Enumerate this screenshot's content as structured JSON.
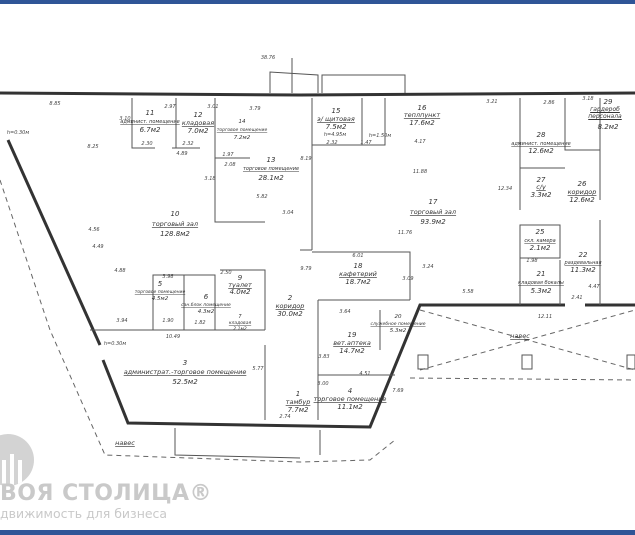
{
  "plan": {
    "overall_dimension": "38.76",
    "rooms": [
      {
        "num": "1",
        "name": "тамбур",
        "area": "7.7м2"
      },
      {
        "num": "2",
        "name": "коридор",
        "area": "30.0м2"
      },
      {
        "num": "3",
        "name": "администрат.-торговое помещение",
        "area": "52.5м2"
      },
      {
        "num": "4",
        "name": "торговое помещение",
        "area": "11.1м2"
      },
      {
        "num": "5",
        "name": "торговое помещение",
        "area": "4.5м2"
      },
      {
        "num": "6",
        "name": "сан.блок помещение",
        "area": "4.3м2"
      },
      {
        "num": "7",
        "name": "кладовая",
        "area": "2.1м2"
      },
      {
        "num": "9",
        "name": "туалет",
        "area": "4.0м2"
      },
      {
        "num": "10",
        "name": "торговый зал",
        "area": "128.8м2"
      },
      {
        "num": "11",
        "name": "админист. помещение",
        "area": "6.7м2"
      },
      {
        "num": "12",
        "name": "кладовая",
        "area": "7.0м2"
      },
      {
        "num": "13",
        "name": "торговое помещение",
        "area": "28.1м2"
      },
      {
        "num": "14",
        "name": "торговое помещение",
        "area": "7.2м2"
      },
      {
        "num": "15",
        "name": "э/ щитовая",
        "area": "7.5м2"
      },
      {
        "num": "16",
        "name": "теплпункт",
        "area": "17.6м2"
      },
      {
        "num": "17",
        "name": "торговый зал",
        "area": "93.9м2"
      },
      {
        "num": "18",
        "name": "кафетерий",
        "area": "18.7м2"
      },
      {
        "num": "19",
        "name": "вет.аптека",
        "area": "14.7м2"
      },
      {
        "num": "20",
        "name": "служебное помещение",
        "area": "5.3м2"
      },
      {
        "num": "21",
        "name": "кладовая бокалы",
        "area": "5.3м2"
      },
      {
        "num": "22",
        "name": "раздевальная",
        "area": "11.3м2"
      },
      {
        "num": "25",
        "name": "скл. камера",
        "area": "2.1м2"
      },
      {
        "num": "26",
        "name": "коридор",
        "area": "12.6м2"
      },
      {
        "num": "27",
        "name": "с/у",
        "area": "3.3м2"
      },
      {
        "num": "28",
        "name": "админист. помещение",
        "area": "12.6м2"
      },
      {
        "num": "29",
        "name": "гардероб персонала",
        "area": "8.2м2"
      }
    ],
    "canopy_label": "навес",
    "heights": [
      "h=0.30м",
      "h=4.95м",
      "h=1.50м",
      "h=0.30м"
    ],
    "dimensions": [
      "8.85",
      "3.10",
      "2.97",
      "3.01",
      "3.79",
      "2.30",
      "2.32",
      "4.89",
      "1.97",
      "2.08",
      "3.18",
      "5.82",
      "3.04",
      "8.25",
      "4.56",
      "4.49",
      "4.88",
      "3.98",
      "2.50",
      "3.94",
      "10.49",
      "1.90",
      "1.82",
      "5.77",
      "2.74",
      "3.00",
      "3.64",
      "4.51",
      "3.83",
      "6.01",
      "3.09",
      "3.24",
      "11.88",
      "11.76",
      "5.58",
      "12.11",
      "12.34",
      "3.21",
      "2.86",
      "3.18",
      "1.47",
      "4.17",
      "2.32",
      "8.19",
      "9.79",
      "1.98",
      "2.41",
      "4.47",
      "7.69"
    ]
  },
  "watermark": {
    "brand": "ВОЯ СТОЛИЦА®",
    "tagline": "движимость для бизнеса"
  },
  "colors": {
    "frame": "#2f5597",
    "lines": "#333333",
    "watermark": "#c9c9c9"
  }
}
